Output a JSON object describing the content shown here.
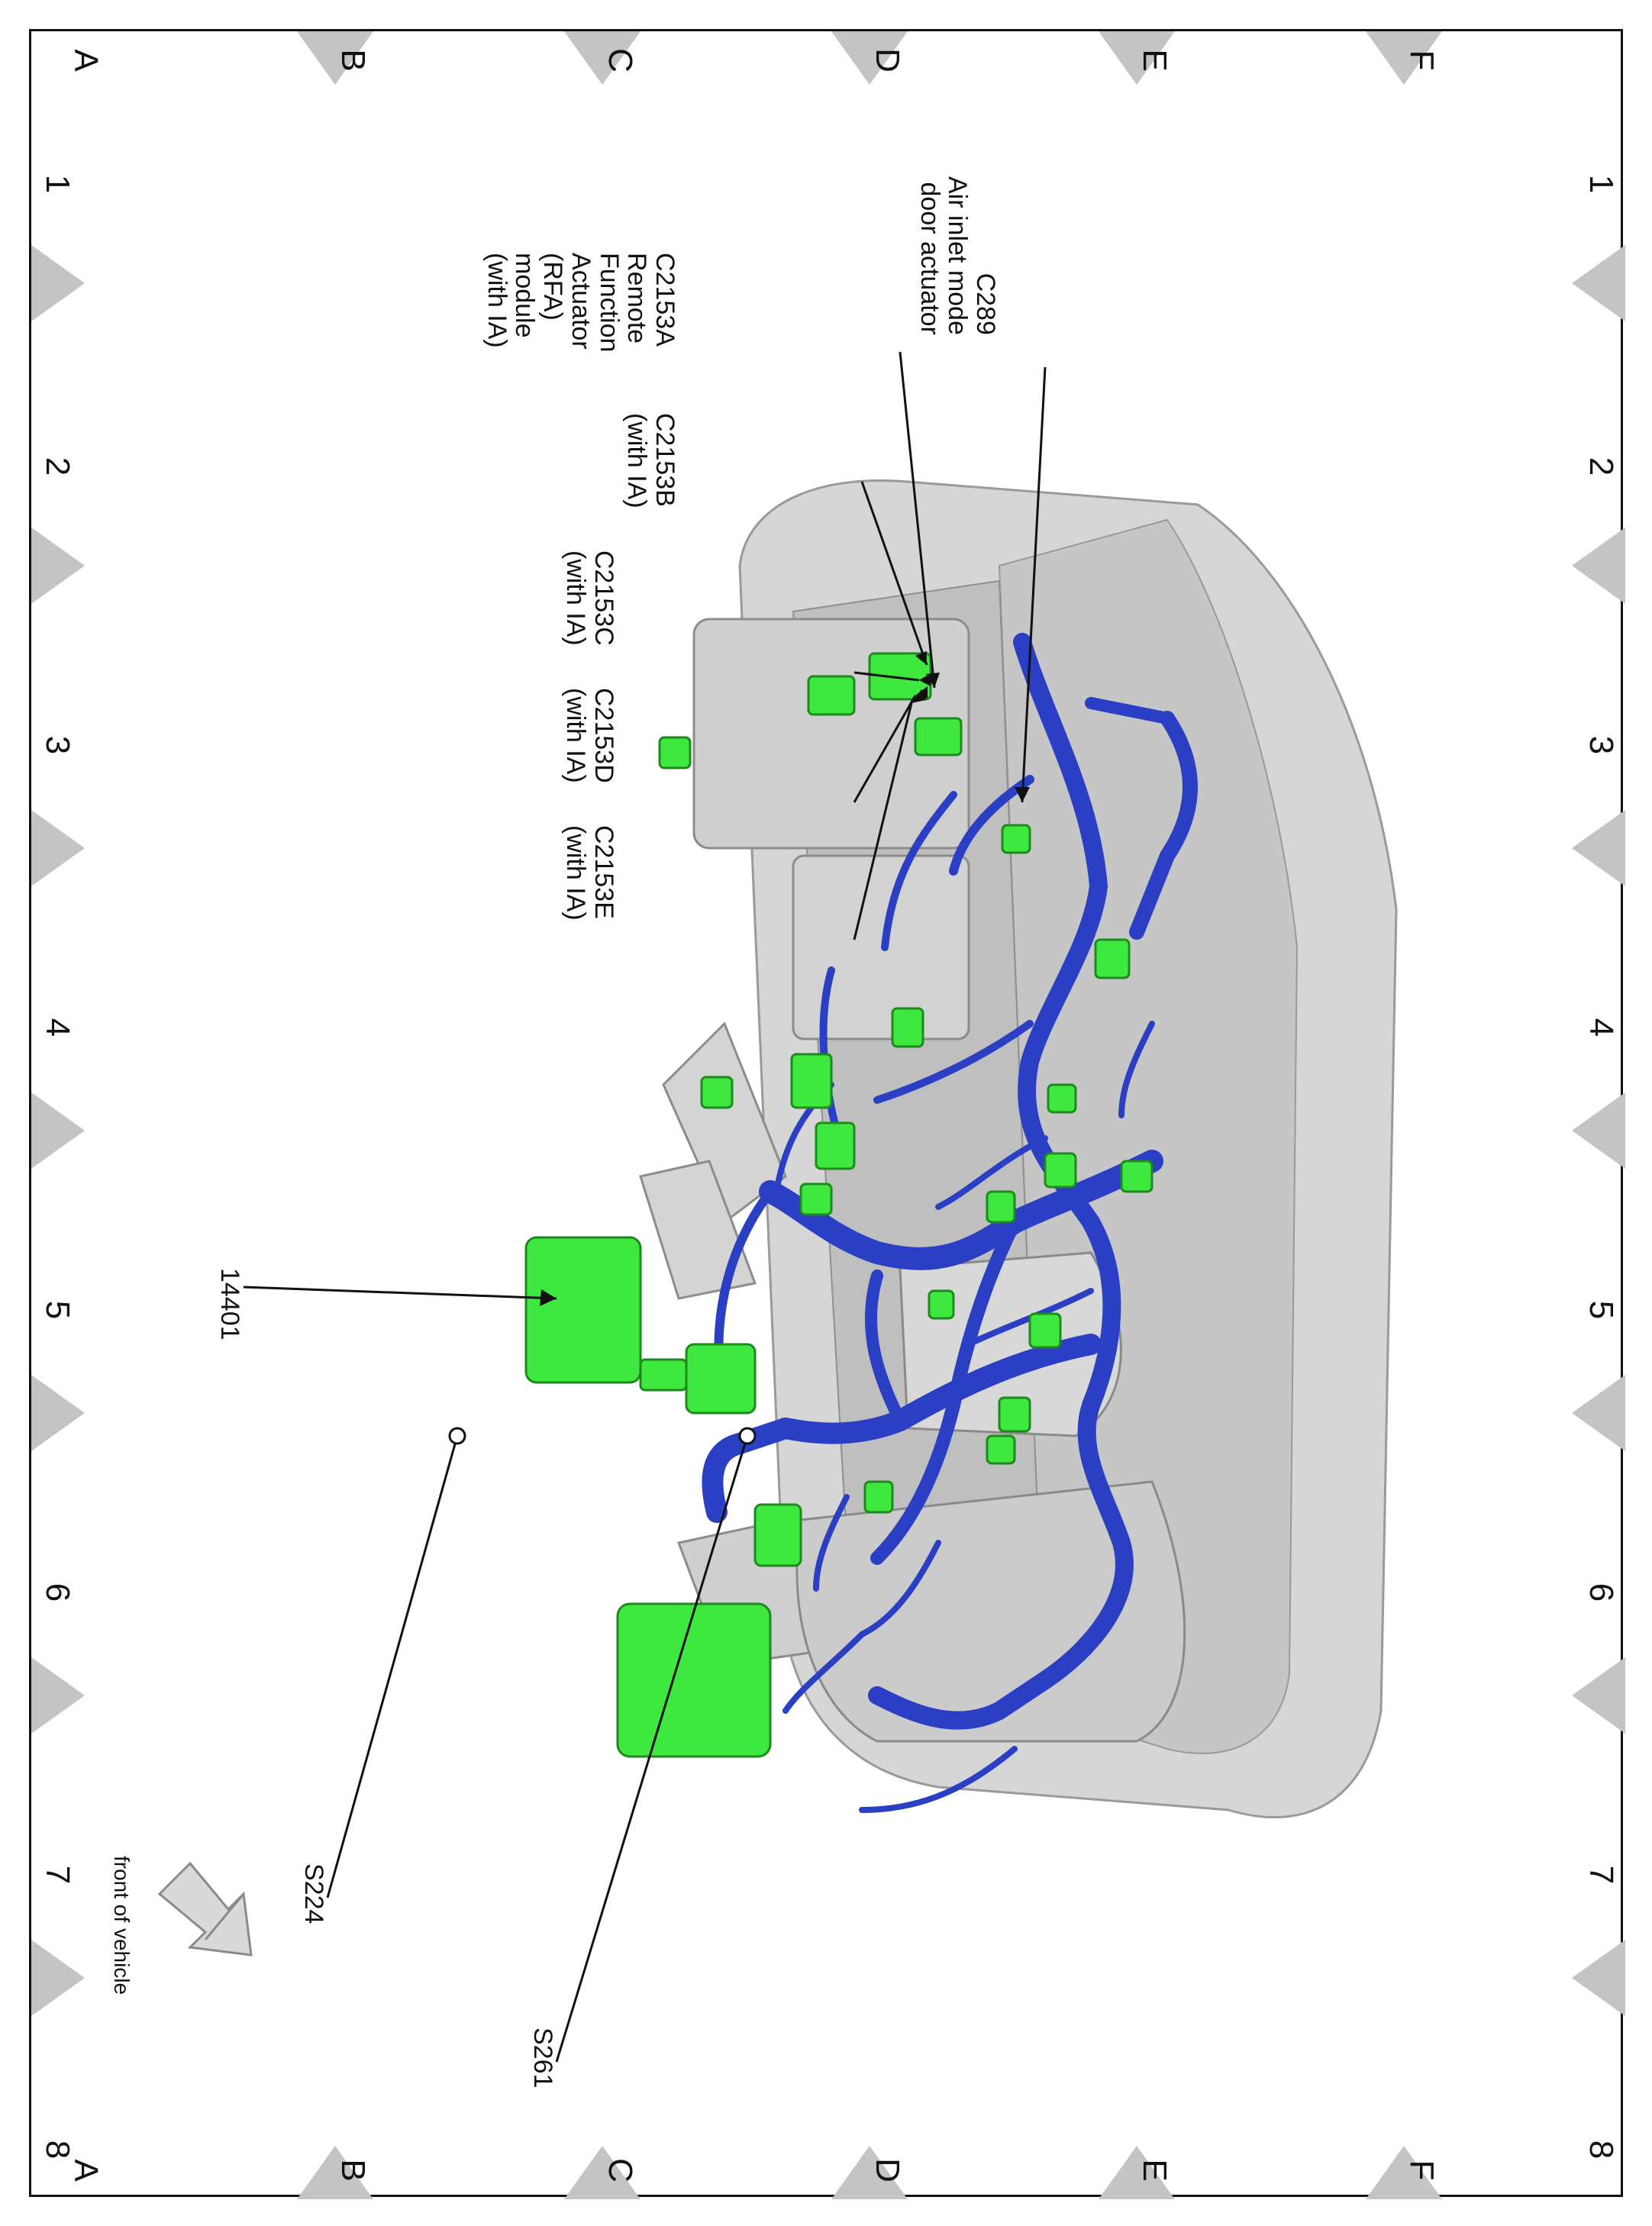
{
  "zones": {
    "letters": [
      "A",
      "B",
      "C",
      "D",
      "E",
      "F"
    ],
    "numbers": [
      "1",
      "2",
      "3",
      "4",
      "5",
      "6",
      "7",
      "8"
    ]
  },
  "callouts": {
    "c289": {
      "code": "C289",
      "lines": [
        "Air inlet mode",
        "door actuator"
      ]
    },
    "c2153a": {
      "code": "C2153A",
      "lines": [
        "Remote",
        "Function",
        "Actuator",
        "(RFA)",
        "module",
        "(with IA)"
      ]
    },
    "c2153b": {
      "code": "C2153B",
      "lines": [
        "(with IA)"
      ]
    },
    "c2153c": {
      "code": "C2153C",
      "lines": [
        "(with IA)"
      ]
    },
    "c2153d": {
      "code": "C2153D",
      "lines": [
        "(with IA)"
      ]
    },
    "c2153e": {
      "code": "C2153E",
      "lines": [
        "(with IA)"
      ]
    },
    "harness": {
      "code": "14401"
    },
    "s224": {
      "code": "S224"
    },
    "s261": {
      "code": "S261"
    }
  },
  "orientation": {
    "label": "front of vehicle",
    "icon": "arrow-icon"
  },
  "colors": {
    "harness": "#2a3fc4",
    "connector": "#3ee83e",
    "body": "#c8c8c8",
    "zone_marker": "#c4c4c4"
  }
}
